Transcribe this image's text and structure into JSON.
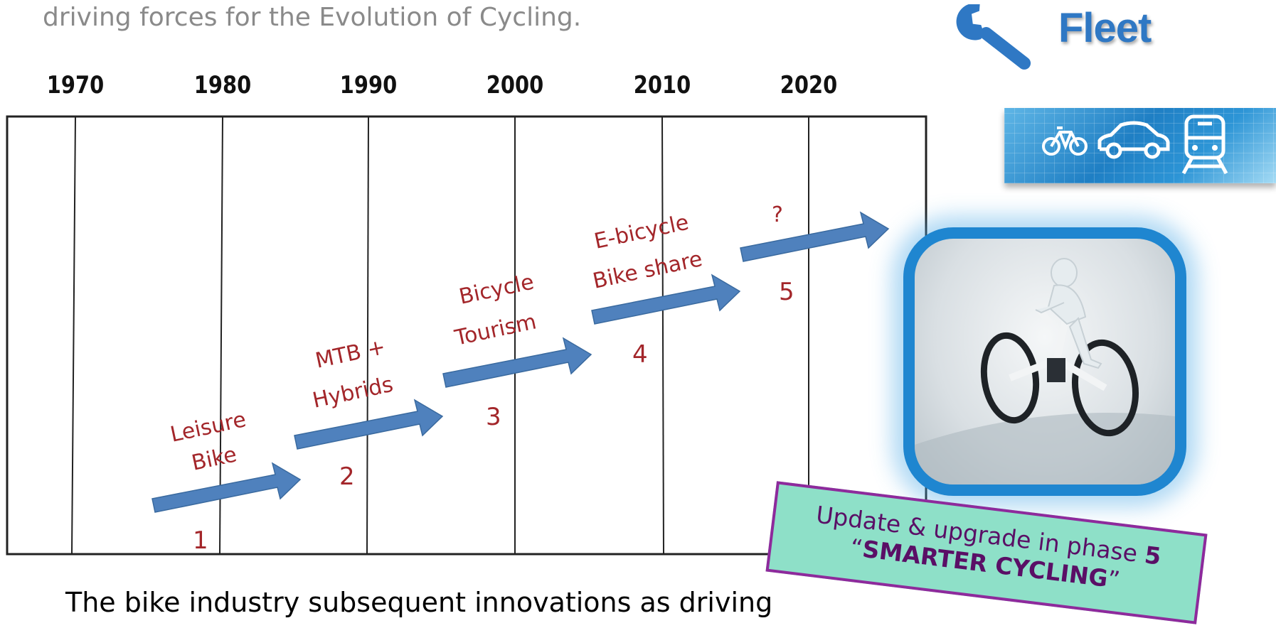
{
  "header_text": "driving forces for the Evolution of Cycling.",
  "footer_text": "The bike industry subsequent innovations as driving",
  "timeline": {
    "years": [
      "1970",
      "1980",
      "1990",
      "2000",
      "2010",
      "2020"
    ],
    "stages": [
      {
        "number": "1",
        "line1": "Leisure",
        "line2": "Bike"
      },
      {
        "number": "2",
        "line1": "MTB +",
        "line2": "Hybrids"
      },
      {
        "number": "3",
        "line1": "Bicycle",
        "line2": "Tourism"
      },
      {
        "number": "4",
        "line1": "E-bicycle",
        "line2": "Bike share"
      },
      {
        "number": "5",
        "line1": "?",
        "line2": ""
      }
    ]
  },
  "fleet": {
    "label": "Fleet",
    "icon": "wrench-icon"
  },
  "transport_modes": [
    "bicycle-icon",
    "car-icon",
    "train-icon"
  ],
  "photo": {
    "subject": "e-bike rider image"
  },
  "note": {
    "line1_prefix": "Update & upgrade in phase ",
    "line1_phase": "5",
    "line2_open": "“",
    "line2_bold": "SMARTER CYCLING",
    "line2_close": "”"
  },
  "colors": {
    "arrow": "#4f81bd",
    "label_red": "#a3262a",
    "fleet_blue": "#2f78c4",
    "note_fill": "#8ee0c8",
    "note_border": "#8e2a9c"
  }
}
